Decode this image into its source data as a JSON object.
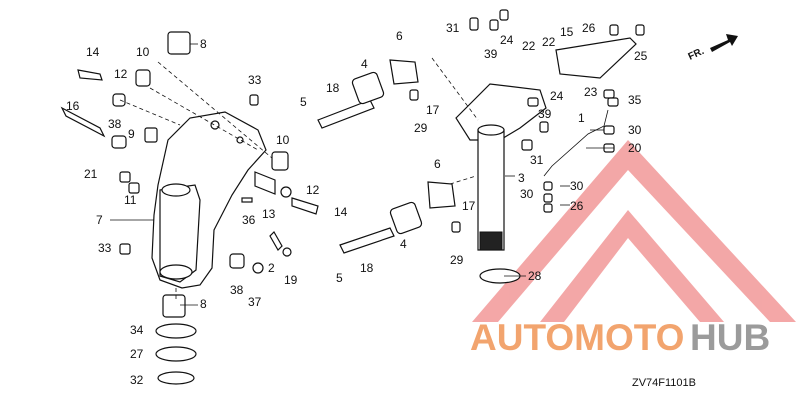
{
  "diagram": {
    "code": "ZV74F1101B",
    "direction_label": "FR.",
    "callouts": [
      "1",
      "2",
      "3",
      "4",
      "4",
      "5",
      "5",
      "6",
      "6",
      "7",
      "8",
      "8",
      "9",
      "10",
      "10",
      "11",
      "12",
      "12",
      "13",
      "14",
      "14",
      "15",
      "16",
      "17",
      "17",
      "18",
      "18",
      "19",
      "20",
      "21",
      "22",
      "22",
      "23",
      "24",
      "24",
      "25",
      "26",
      "26",
      "27",
      "28",
      "29",
      "29",
      "30",
      "30",
      "30",
      "31",
      "31",
      "32",
      "33",
      "33",
      "34",
      "35",
      "36",
      "37",
      "38",
      "38",
      "39",
      "39"
    ]
  },
  "watermark": {
    "part1": "AUTOMOTO",
    "part2": "HUB",
    "color_primary": "#f2a46e",
    "color_secondary": "#9b9b9b",
    "logo_color": "#f08a8a"
  }
}
